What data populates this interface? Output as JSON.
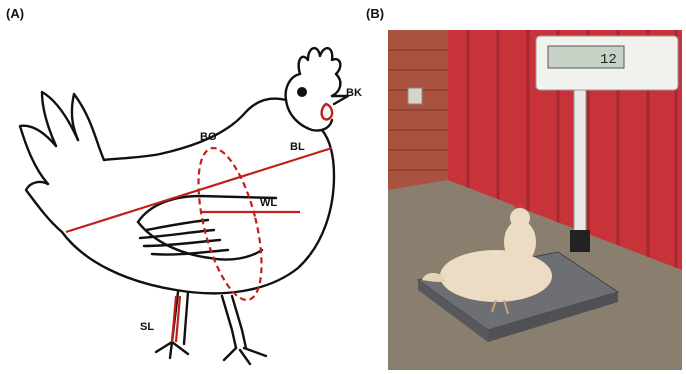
{
  "panels": {
    "a": {
      "label": "(A)",
      "measurements": {
        "bk": "BK",
        "bg": "BG",
        "bl": "BL",
        "wl": "WL",
        "sl": "SL"
      }
    },
    "b": {
      "label": "(B)",
      "scale_display": "12"
    }
  },
  "colors": {
    "measurement_line": "#c0201b",
    "outline": "#111111",
    "wall_red": "#c8333a",
    "floor": "#8a7f6e",
    "scale_platform": "#6d6f73"
  }
}
